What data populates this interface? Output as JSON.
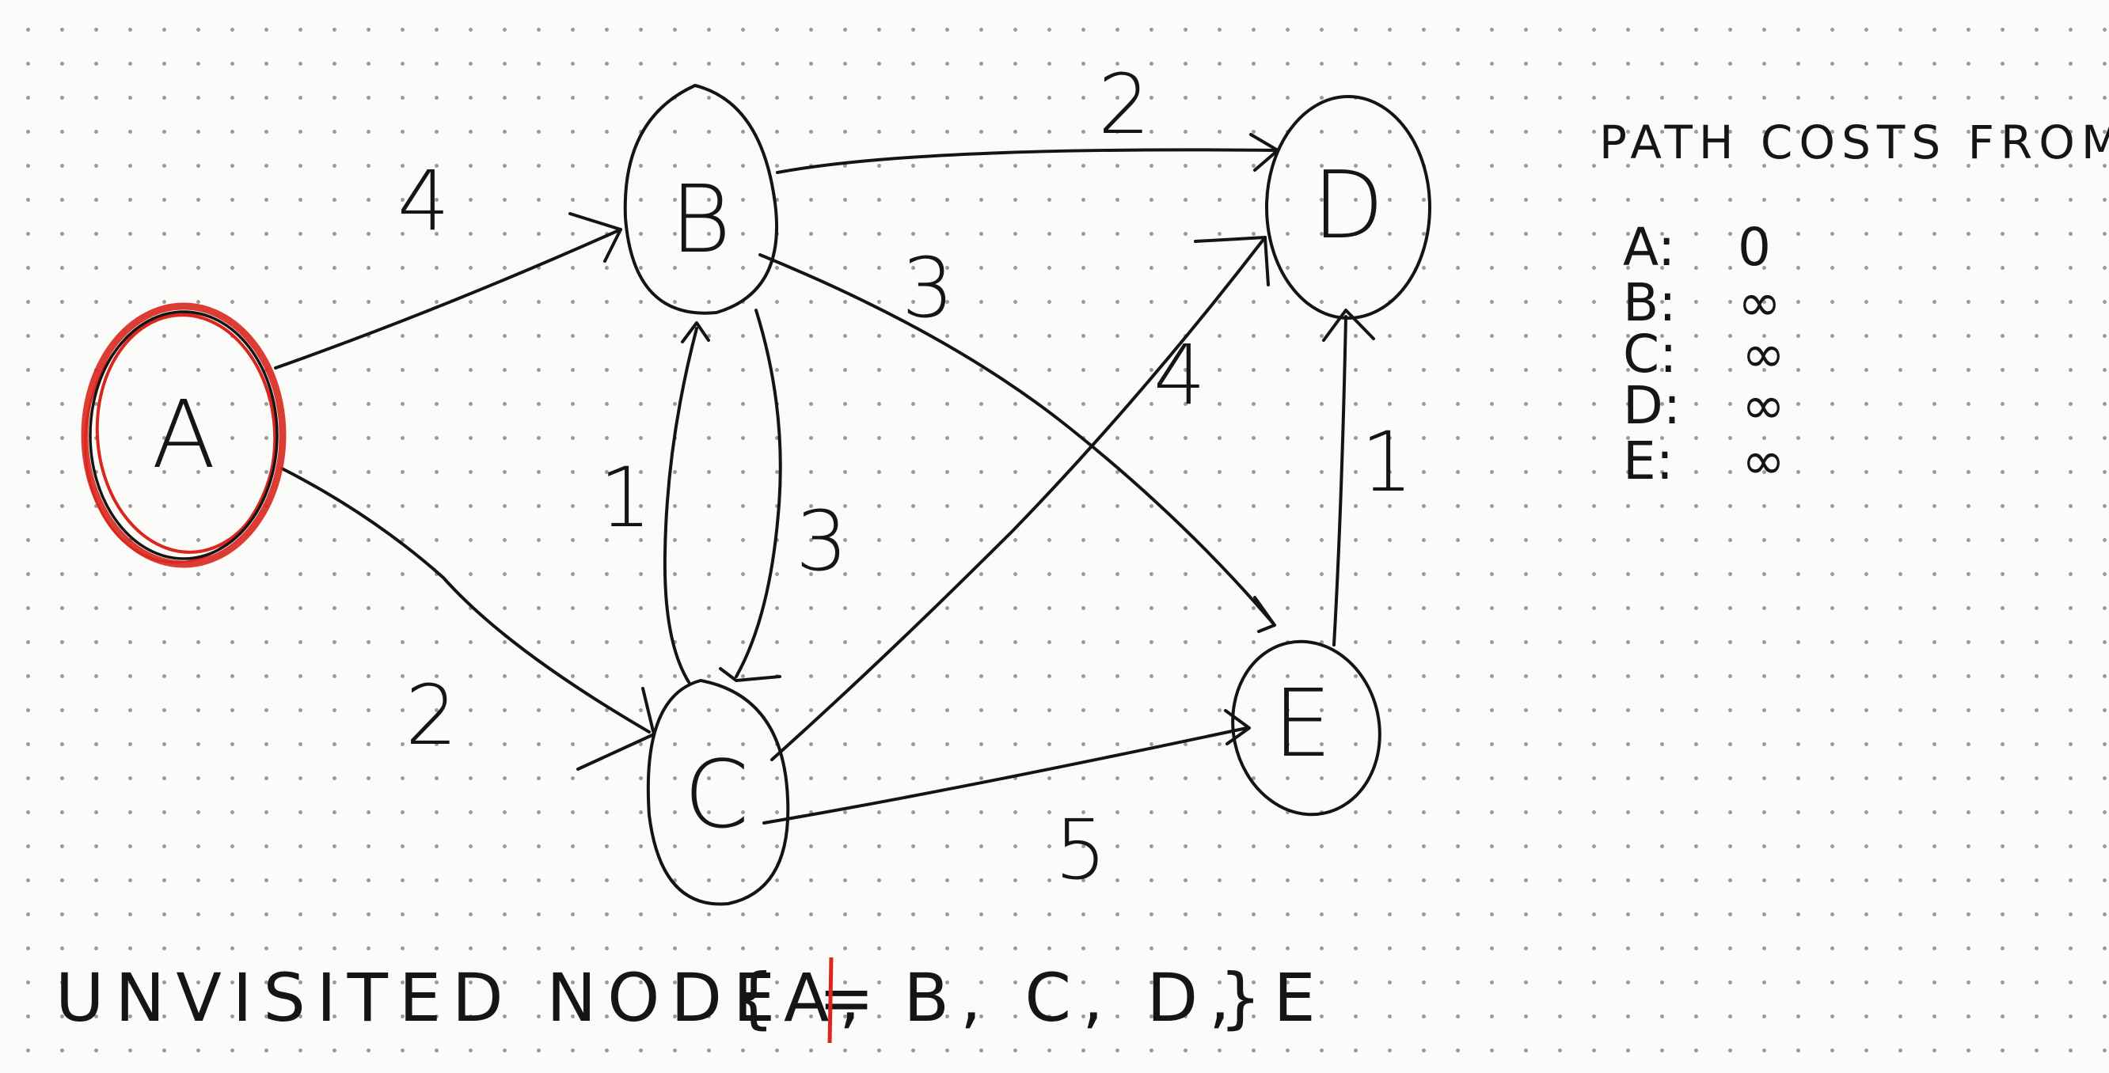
{
  "nodes": [
    {
      "id": "A",
      "label": "A",
      "state": "current"
    },
    {
      "id": "B",
      "label": "B"
    },
    {
      "id": "C",
      "label": "C"
    },
    {
      "id": "D",
      "label": "D"
    },
    {
      "id": "E",
      "label": "E"
    }
  ],
  "edges": [
    {
      "from": "A",
      "to": "B",
      "weight": "4"
    },
    {
      "from": "A",
      "to": "C",
      "weight": "2"
    },
    {
      "from": "B",
      "to": "D",
      "weight": "2"
    },
    {
      "from": "B",
      "to": "E",
      "weight": "3"
    },
    {
      "from": "B",
      "to": "C",
      "weight": "3"
    },
    {
      "from": "C",
      "to": "B",
      "weight": "1"
    },
    {
      "from": "C",
      "to": "D",
      "weight": "4"
    },
    {
      "from": "C",
      "to": "E",
      "weight": "5"
    },
    {
      "from": "E",
      "to": "D",
      "weight": "1"
    }
  ],
  "path_costs": {
    "title": "PATH COSTS FROM A",
    "rows": [
      {
        "node": "A:",
        "cost": "0"
      },
      {
        "node": "B:",
        "cost": "∞"
      },
      {
        "node": "C:",
        "cost": "∞"
      },
      {
        "node": "D:",
        "cost": "∞"
      },
      {
        "node": "E:",
        "cost": "∞"
      }
    ]
  },
  "unvisited": {
    "label": "UNVISITED NODE =",
    "open": "{",
    "current": "A",
    "rest": ", B, C, D, E",
    "close": "}"
  },
  "colors": {
    "ink": "#141414",
    "highlight": "#d9271e"
  }
}
